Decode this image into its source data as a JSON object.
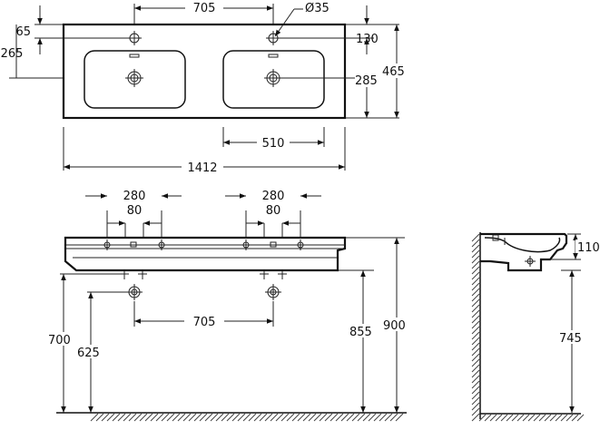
{
  "top_view": {
    "dims": {
      "hole_spacing": "705",
      "hole_diameter": "Ø35",
      "edge_to_hole": "65",
      "edge_to_bowl_center": "265",
      "back_to_hole": "130",
      "bowl_depth": "285",
      "total_depth": "465",
      "bowl_width": "510",
      "total_width": "1412"
    }
  },
  "front_view": {
    "dims": {
      "left_outer": "280",
      "left_inner": "80",
      "right_outer": "280",
      "right_inner": "80",
      "drain_spacing": "705",
      "height_700": "700",
      "height_625": "625",
      "height_855": "855",
      "height_900": "900"
    }
  },
  "side_view": {
    "dims": {
      "basin_height": "110",
      "height_745": "745"
    }
  }
}
